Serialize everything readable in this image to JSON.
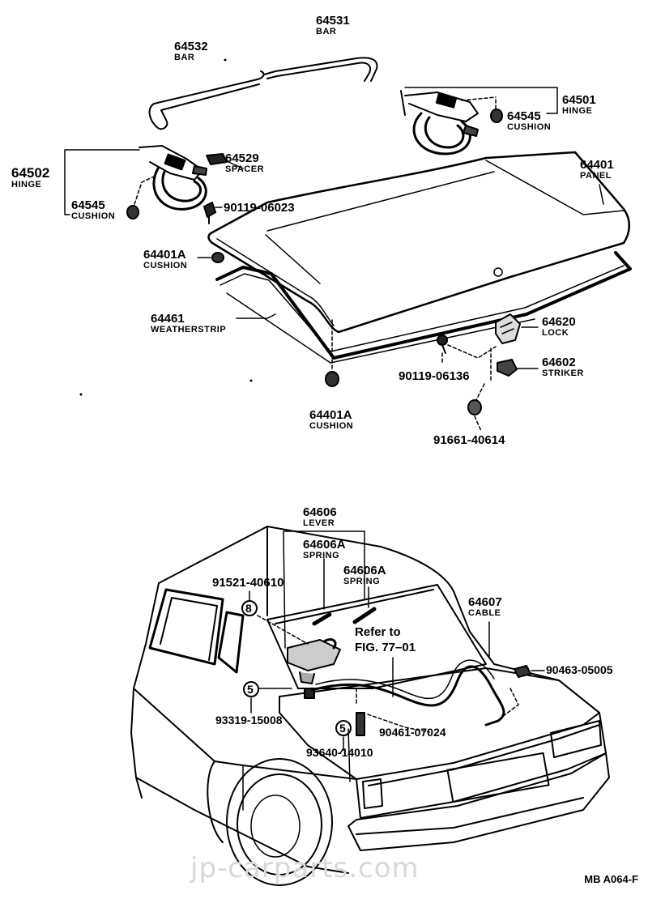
{
  "parts": {
    "p64531": {
      "number": "64531",
      "name": "BAR"
    },
    "p64532": {
      "number": "64532",
      "name": "BAR"
    },
    "p64501": {
      "number": "64501",
      "name": "HINGE"
    },
    "p64545a": {
      "number": "64545",
      "name": "CUSHION"
    },
    "p64502": {
      "number": "64502",
      "name": "HINGE"
    },
    "p64529": {
      "number": "64529",
      "name": "SPACER"
    },
    "p64545b": {
      "number": "64545",
      "name": "CUSHION"
    },
    "p90119_06023": {
      "number": "90119-06023"
    },
    "p64401": {
      "number": "64401",
      "name": "PANEL"
    },
    "p64401A_top": {
      "number": "64401A",
      "name": "CUSHION"
    },
    "p64461": {
      "number": "64461",
      "name": "WEATHERSTRIP"
    },
    "p64620": {
      "number": "64620",
      "name": "LOCK"
    },
    "p64602": {
      "number": "64602",
      "name": "STRIKER"
    },
    "p90119_06136": {
      "number": "90119-06136"
    },
    "p64401A_bottom": {
      "number": "64401A",
      "name": "CUSHION"
    },
    "p91661_40614": {
      "number": "91661-40614"
    },
    "p64606": {
      "number": "64606",
      "name": "LEVER"
    },
    "p64606A_1": {
      "number": "64606A",
      "name": "SPRING"
    },
    "p64606A_2": {
      "number": "64606A",
      "name": "SPRING"
    },
    "p91521_40610": {
      "number": "91521-40610"
    },
    "p64607": {
      "number": "64607",
      "name": "CABLE"
    },
    "p90463_05005": {
      "number": "90463-05005"
    },
    "p93319_15008": {
      "number": "93319-15008"
    },
    "p90461_07024": {
      "number": "90461-07024"
    },
    "p93640_14010": {
      "number": "93640-14010"
    }
  },
  "reference": {
    "line1": "Refer to",
    "line2": "FIG. 77–01"
  },
  "markers": {
    "m8": "8",
    "m5a": "5",
    "m5b": "5"
  },
  "footer": {
    "code": "MB A064-F"
  },
  "watermark": "jp-carparts.com"
}
